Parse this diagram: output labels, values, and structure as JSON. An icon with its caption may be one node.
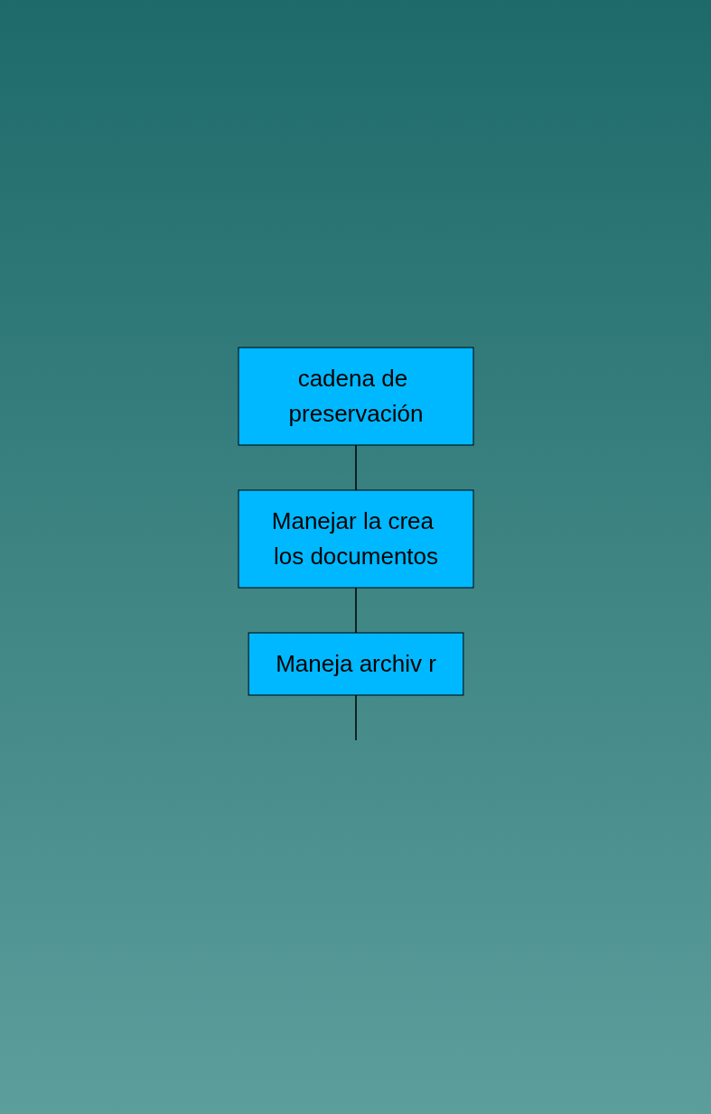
{
  "diagram": {
    "nodes": [
      {
        "text": [
          "cadena de preservación"
        ]
      },
      {
        "text": [
          "Manejar la crea los documentos"
        ]
      },
      {
        "text": [
          "Maneja archiv r"
        ]
      }
    ],
    "edges": [
      {
        "from": 0,
        "to": 1,
        "arrow": "none"
      },
      {
        "from": 1,
        "to": 2,
        "arrow": "none"
      },
      {
        "from": 2,
        "to": null,
        "arrow": "none"
      }
    ]
  }
}
